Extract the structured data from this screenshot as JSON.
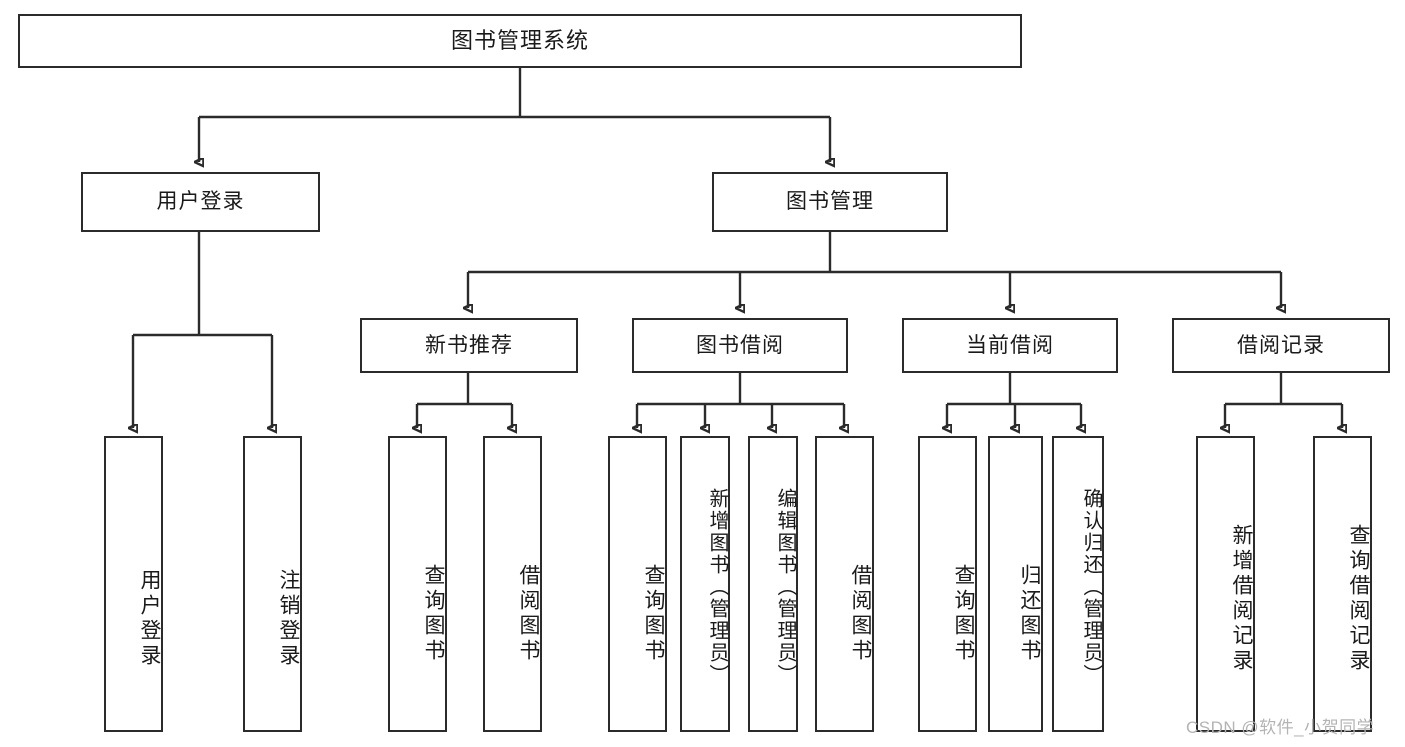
{
  "diagram": {
    "type": "tree",
    "title": "图书管理系统",
    "watermark": "CSDN @软件_小贺同学",
    "colors": {
      "stroke": "#2b2b2b",
      "fill": "#ffffff",
      "text": "#1a1a1a",
      "watermark": "#b4b4b4"
    },
    "nodes": {
      "root": {
        "label": "图书管理系统"
      },
      "level2": [
        {
          "id": "user-login",
          "label": "用户登录"
        },
        {
          "id": "book-manage",
          "label": "图书管理"
        }
      ],
      "level3": [
        {
          "id": "new-book-rec",
          "label": "新书推荐"
        },
        {
          "id": "book-borrow",
          "label": "图书借阅"
        },
        {
          "id": "current-borrow",
          "label": "当前借阅"
        },
        {
          "id": "borrow-record",
          "label": "借阅记录"
        }
      ],
      "leaves": {
        "user-login": [
          {
            "id": "leaf-user-login",
            "label": "用户登录"
          },
          {
            "id": "leaf-logout",
            "label": "注销登录"
          }
        ],
        "new-book-rec": [
          {
            "id": "leaf-query-book-1",
            "label": "查询图书"
          },
          {
            "id": "leaf-borrow-book-1",
            "label": "借阅图书"
          }
        ],
        "book-borrow": [
          {
            "id": "leaf-query-book-2",
            "label": "查询图书"
          },
          {
            "id": "leaf-add-book",
            "label": "新增图书（管理员）"
          },
          {
            "id": "leaf-edit-book",
            "label": "编辑图书（管理员）"
          },
          {
            "id": "leaf-borrow-book-2",
            "label": "借阅图书"
          }
        ],
        "current-borrow": [
          {
            "id": "leaf-query-book-3",
            "label": "查询图书"
          },
          {
            "id": "leaf-return-book",
            "label": "归还图书"
          },
          {
            "id": "leaf-confirm-return",
            "label": "确认归还（管理员）"
          }
        ],
        "borrow-record": [
          {
            "id": "leaf-add-record",
            "label": "新增借阅记录"
          },
          {
            "id": "leaf-query-record",
            "label": "查询借阅记录"
          }
        ]
      }
    }
  }
}
